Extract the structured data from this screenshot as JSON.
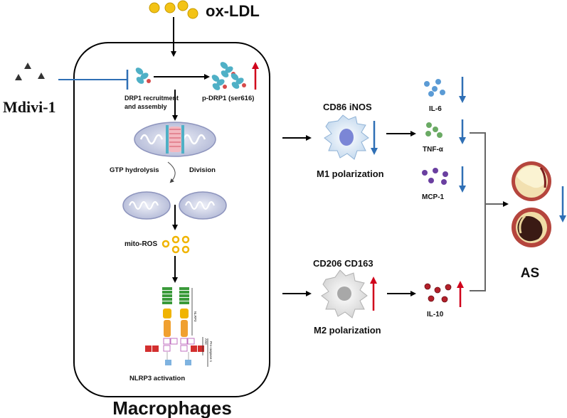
{
  "labels": {
    "ox_ldl": "ox-LDL",
    "mdivi": "Mdivi-1",
    "drp1_recruitment_line1": "DRP1 recruitment",
    "drp1_recruitment_line2": "and assembly",
    "p_drp1": "p-DRP1 (ser616)",
    "gtp_hydrolysis": "GTP hydrolysis",
    "division": "Division",
    "mito_ros": "mito-ROS",
    "nlrp3_activation": "NLRP3 activation",
    "nlrp3_small": "NLRP3",
    "asc_small": "ASC",
    "pro_caspase_small": "Pro-caspase-1",
    "macrophages": "Macrophages",
    "m1_markers": "CD86 iNOS",
    "m1_polarization": "M1 polarization",
    "m2_markers": "CD206 CD163",
    "m2_polarization": "M2 polarization",
    "il6": "IL-6",
    "tnfa": "TNF-α",
    "mcp1": "MCP-1",
    "il10": "IL-10",
    "as": "AS"
  },
  "colors": {
    "up_arrow": "#d0021b",
    "down_arrow": "#2f6fb5",
    "inhibit_line": "#2f6fb5",
    "ox_ldl_particle": "#f3c316",
    "il6_particle": "#5b9bd5",
    "tnfa_particle": "#6aaa64",
    "mcp1_particle": "#6a3fa0",
    "il10_particle": "#b3202a",
    "mito_ros_ring": "#f0b400",
    "drp1_protein": "#4fb0c6"
  },
  "icons": [
    "triangle-molecule-icon",
    "drp1-protein-icon",
    "mitochondrion-icon",
    "macrophage-m1-icon",
    "macrophage-m2-icon",
    "artery-cross-section-icon",
    "nlrp3-inflammasome-icon"
  ]
}
